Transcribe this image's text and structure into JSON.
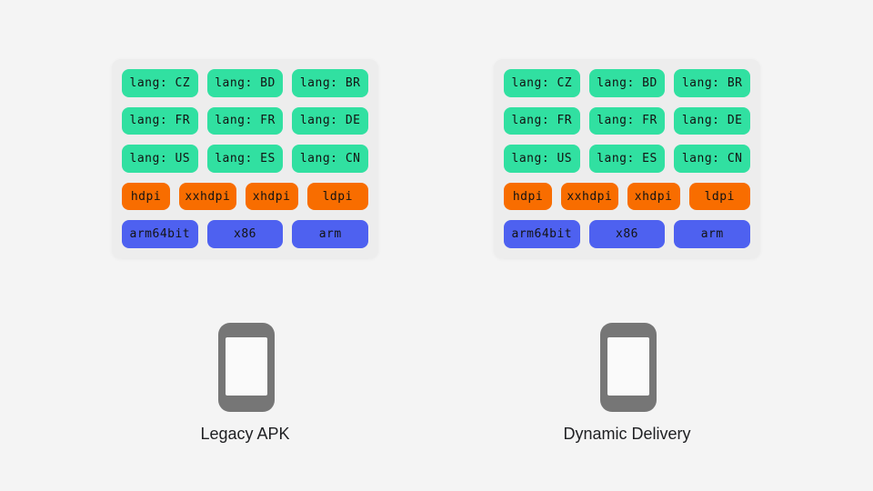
{
  "colors": {
    "page_bg": "#f4f4f4",
    "panel_bg": "#ededed",
    "green": "#31e0a1",
    "orange": "#f86d00",
    "blue": "#4e61f0",
    "chip_text": "#131313",
    "phone_gray": "#767676",
    "screen_white": "#fafafa",
    "label_text": "#202124"
  },
  "panels": [
    {
      "id": "legacy",
      "label": "Legacy APK",
      "rows": [
        {
          "type": "lang",
          "chips": [
            "lang: CZ",
            "lang: BD",
            "lang: BR"
          ]
        },
        {
          "type": "lang",
          "chips": [
            "lang: FR",
            "lang: FR",
            "lang: DE"
          ]
        },
        {
          "type": "lang",
          "chips": [
            "lang: US",
            "lang: ES",
            "lang: CN"
          ]
        },
        {
          "type": "density",
          "chips": [
            "hdpi",
            "xxhdpi",
            "xhdpi",
            "ldpi"
          ]
        },
        {
          "type": "abi",
          "chips": [
            "arm64bit",
            "x86",
            "arm"
          ]
        }
      ]
    },
    {
      "id": "dynamic",
      "label": "Dynamic Delivery",
      "rows": [
        {
          "type": "lang",
          "chips": [
            "lang: CZ",
            "lang: BD",
            "lang: BR"
          ]
        },
        {
          "type": "lang",
          "chips": [
            "lang: FR",
            "lang: FR",
            "lang: DE"
          ]
        },
        {
          "type": "lang",
          "chips": [
            "lang: US",
            "lang: ES",
            "lang: CN"
          ]
        },
        {
          "type": "density",
          "chips": [
            "hdpi",
            "xxhdpi",
            "xhdpi",
            "ldpi"
          ]
        },
        {
          "type": "abi",
          "chips": [
            "arm64bit",
            "x86",
            "arm"
          ]
        }
      ]
    }
  ]
}
